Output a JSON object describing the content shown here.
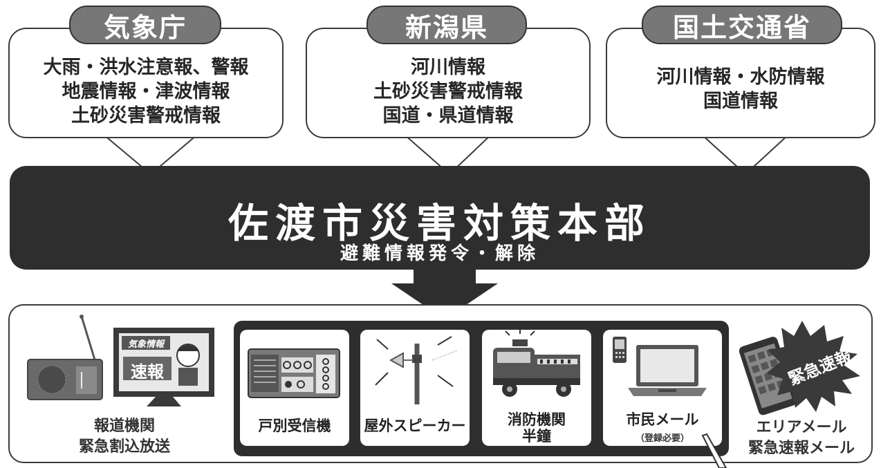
{
  "sources": [
    {
      "title": "気象庁",
      "lines": [
        "大雨・洪水注意報、警報",
        "地震情報・津波情報",
        "土砂災害警戒情報"
      ]
    },
    {
      "title": "新潟県",
      "lines": [
        "河川情報",
        "土砂災害警戒情報",
        "国道・県道情報"
      ]
    },
    {
      "title": "国土交通省",
      "lines": [
        "河川情報・水防情報",
        "国道情報"
      ]
    }
  ],
  "hq": {
    "title": "佐渡市災害対策本部",
    "subtitle": "避難情報発令・解除"
  },
  "channels": {
    "media": {
      "line1": "報道機関",
      "line2": "緊急割込放送",
      "tv_caption": "気象情報",
      "tv_flash": "速報"
    },
    "cards": [
      {
        "label": "戸別受信機"
      },
      {
        "label": "屋外スピーカー"
      },
      {
        "label1": "消防機関",
        "label2": "半鐘"
      },
      {
        "label": "市民メール",
        "note": "（登録必要）"
      }
    ],
    "area_mail": {
      "line1": "エリアメール",
      "line2": "緊急速報メール",
      "burst": "緊急速報"
    }
  }
}
